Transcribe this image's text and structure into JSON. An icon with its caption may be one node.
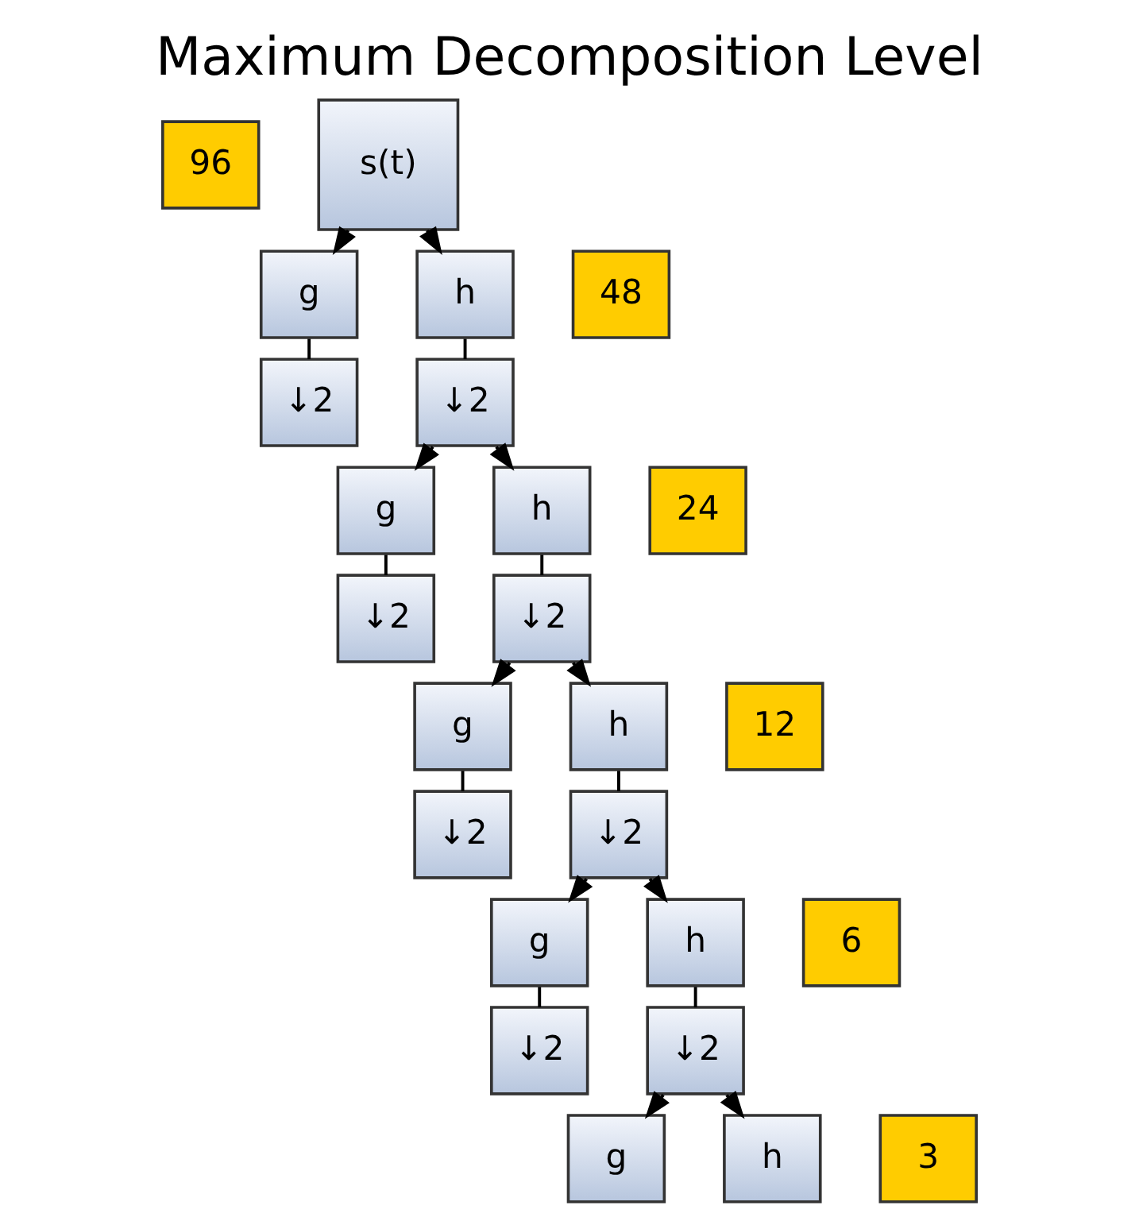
{
  "diagram": {
    "title": "Maximum Decomposition Level",
    "nodes": [
      {
        "text": [
          "96"
        ]
      },
      {
        "text": [
          "s(t)"
        ]
      },
      {
        "text": [
          "48"
        ]
      },
      {
        "text": [
          "g"
        ]
      },
      {
        "text": [
          "h"
        ]
      },
      {
        "text": [
          "↓2"
        ]
      },
      {
        "text": [
          "↓2"
        ]
      },
      {
        "text": [
          "24"
        ]
      },
      {
        "text": [
          "g"
        ]
      },
      {
        "text": [
          "h"
        ]
      },
      {
        "text": [
          "↓2"
        ]
      },
      {
        "text": [
          "↓2"
        ]
      },
      {
        "text": [
          "12"
        ]
      },
      {
        "text": [
          "g"
        ]
      },
      {
        "text": [
          "h"
        ]
      },
      {
        "text": [
          "↓2"
        ]
      },
      {
        "text": [
          "↓2"
        ]
      },
      {
        "text": [
          "6"
        ]
      },
      {
        "text": [
          "g"
        ]
      },
      {
        "text": [
          "h"
        ]
      },
      {
        "text": [
          "↓2"
        ]
      },
      {
        "text": [
          "↓2"
        ]
      },
      {
        "text": [
          "3"
        ]
      },
      {
        "text": [
          "g"
        ]
      },
      {
        "text": [
          "h"
        ]
      }
    ],
    "edges": [
      {
        "from": 1,
        "to": 3,
        "arrow": "to"
      },
      {
        "from": 1,
        "to": 4,
        "arrow": "to"
      },
      {
        "from": 3,
        "to": 5,
        "arrow": "none"
      },
      {
        "from": 4,
        "to": 6,
        "arrow": "none"
      },
      {
        "from": 6,
        "to": 8,
        "arrow": "to"
      },
      {
        "from": 6,
        "to": 9,
        "arrow": "to"
      },
      {
        "from": 8,
        "to": 10,
        "arrow": "none"
      },
      {
        "from": 9,
        "to": 11,
        "arrow": "none"
      },
      {
        "from": 11,
        "to": 13,
        "arrow": "to"
      },
      {
        "from": 11,
        "to": 14,
        "arrow": "to"
      },
      {
        "from": 13,
        "to": 15,
        "arrow": "none"
      },
      {
        "from": 14,
        "to": 16,
        "arrow": "none"
      },
      {
        "from": 16,
        "to": 18,
        "arrow": "to"
      },
      {
        "from": 16,
        "to": 19,
        "arrow": "to"
      },
      {
        "from": 18,
        "to": 20,
        "arrow": "none"
      },
      {
        "from": 19,
        "to": 21,
        "arrow": "none"
      },
      {
        "from": 21,
        "to": 23,
        "arrow": "to"
      },
      {
        "from": 21,
        "to": 24,
        "arrow": "to"
      }
    ]
  }
}
